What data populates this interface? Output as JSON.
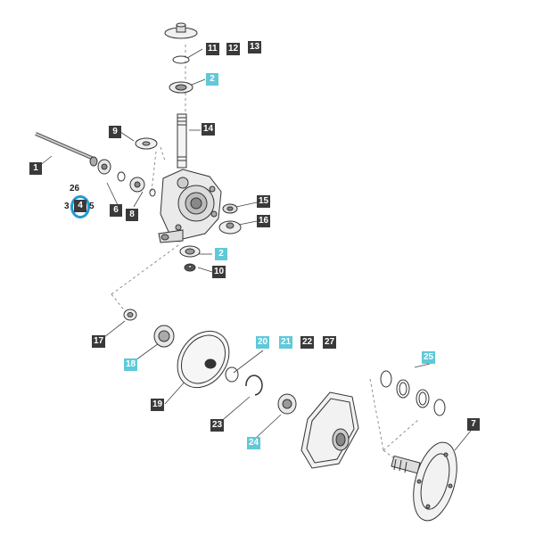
{
  "callouts": {
    "c1": "1",
    "c2a": "2",
    "c2b": "2",
    "c3": "3",
    "c4": "4",
    "c5": "5",
    "c6": "6",
    "c7": "7",
    "c8": "8",
    "c9": "9",
    "c10": "10",
    "c11": "11",
    "c12": "12",
    "c13": "13",
    "c14": "14",
    "c15": "15",
    "c16": "16",
    "c17": "17",
    "c18": "18",
    "c19": "19",
    "c20": "20",
    "c21": "21",
    "c22": "22",
    "c23": "23",
    "c24": "24",
    "c25": "25",
    "c26": "26",
    "c27": "27"
  },
  "colors": {
    "callout_dark": "#3a3a3a",
    "callout_highlight": "#5fc9d8",
    "selection_ring": "#1e9ad6",
    "line_art": "#333333"
  }
}
